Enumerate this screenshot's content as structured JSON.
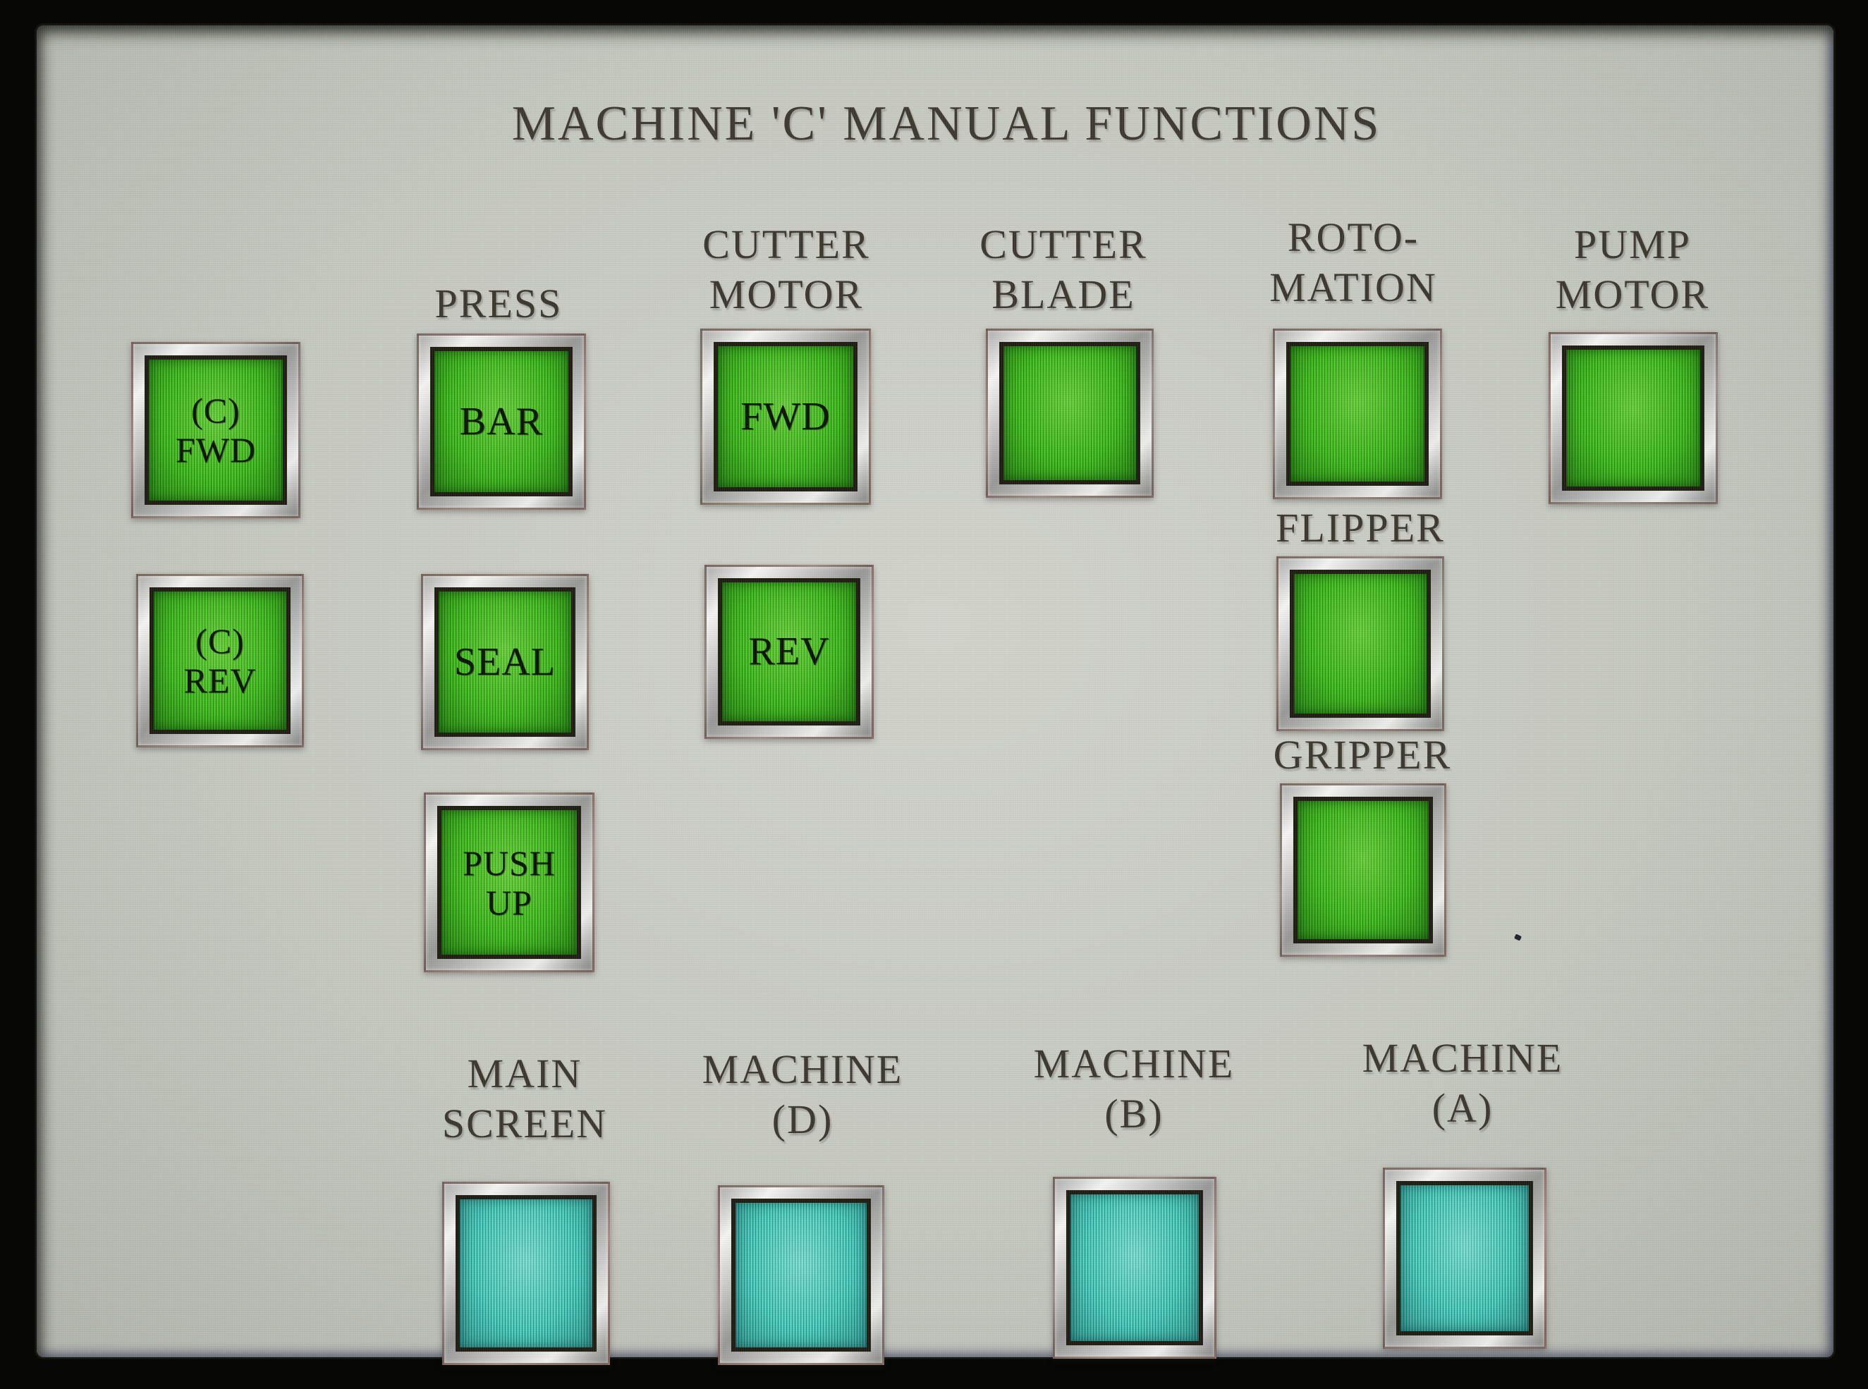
{
  "panel": {
    "title": "MACHINE 'C' MANUAL FUNCTIONS",
    "headers": {
      "press": "PRESS",
      "cutter_motor": "CUTTER\nMOTOR",
      "cutter_blade": "CUTTER\nBLADE",
      "roto_mation": "ROTO-\nMATION",
      "pump_motor": "PUMP\nMOTOR",
      "flipper": "FLIPPER",
      "gripper": "GRIPPER"
    },
    "manual_buttons": {
      "c_fwd": "(C)\nFWD",
      "c_rev": "(C)\nREV",
      "press_bar": "BAR",
      "press_seal": "SEAL",
      "press_push_up": "PUSH\nUP",
      "cutter_motor_fwd": "FWD",
      "cutter_motor_rev": "REV",
      "cutter_blade": "",
      "roto_mation": "",
      "flipper": "",
      "gripper": "",
      "pump_motor": ""
    },
    "nav": {
      "main_screen_label": "MAIN\nSCREEN",
      "machine_d_label": "MACHINE\n(D)",
      "machine_b_label": "MACHINE\n(B)",
      "machine_a_label": "MACHINE\n(A)"
    },
    "colors": {
      "screen_background": "#c6c9c0",
      "bezel": "#070706",
      "label_text": "#3c382f",
      "button_text": "#0c1404",
      "active_button_green": "#47c526",
      "nav_button_cyan": "#58d7c9",
      "metal_frame": "#ededeb"
    }
  }
}
